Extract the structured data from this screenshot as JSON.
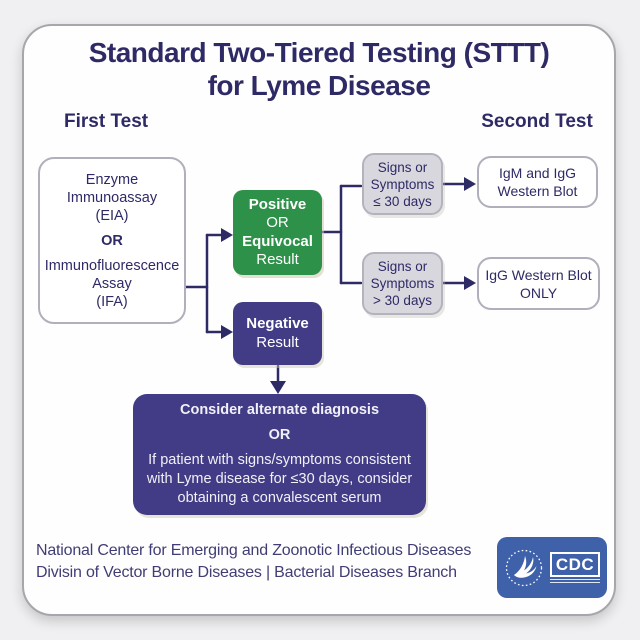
{
  "header": {
    "title_line1": "Standard Two-Tiered Testing (STTT)",
    "title_line2": "for Lyme Disease",
    "first_test_label": "First Test",
    "second_test_label": "Second Test"
  },
  "diagram": {
    "eia_box": {
      "line1": "Enzyme",
      "line2": "Immunoassay",
      "line3": "(EIA)",
      "or": "OR",
      "line4": "Immunofluorescence",
      "line5": "Assay",
      "line6": "(IFA)"
    },
    "positive_box": {
      "line1": "Positive",
      "line2": "OR",
      "line3": "Equivocal",
      "line4": "Result"
    },
    "negative_box": {
      "line1": "Negative",
      "line2": "Result"
    },
    "signs_early_box": {
      "line1": "Signs or",
      "line2": "Symptoms",
      "line3": "≤ 30 days"
    },
    "signs_late_box": {
      "line1": "Signs or",
      "line2": "Symptoms",
      "line3": "> 30 days"
    },
    "igm_igg_box": {
      "line1": "IgM and IgG",
      "line2": "Western Blot"
    },
    "igg_only_box": {
      "line1": "IgG Western Blot",
      "line2": "ONLY"
    },
    "alternate_box": {
      "line1": "Consider alternate diagnosis",
      "or": "OR",
      "line2": "If patient with signs/symptoms consistent",
      "line3": "with Lyme disease for ≤30 days, consider",
      "line4": "obtaining a convalescent serum"
    }
  },
  "footer": {
    "line1": "National Center for Emerging and Zoonotic Infectious Diseases",
    "line2": "Divisin of Vector Borne Diseases | Bacterial Diseases Branch",
    "cdc_label": "CDC"
  },
  "colors": {
    "text_navy": "#2e2a66",
    "box_navy": "#413c85",
    "box_green": "#2e9149",
    "box_gray_fill": "#d8d7de",
    "box_gray_border": "#b3b2bd",
    "white_box_border": "#b0afbb",
    "cdc_blue": "#3e61aa",
    "page_bg": "#f0f0f2",
    "card_bg": "#fefefe"
  }
}
